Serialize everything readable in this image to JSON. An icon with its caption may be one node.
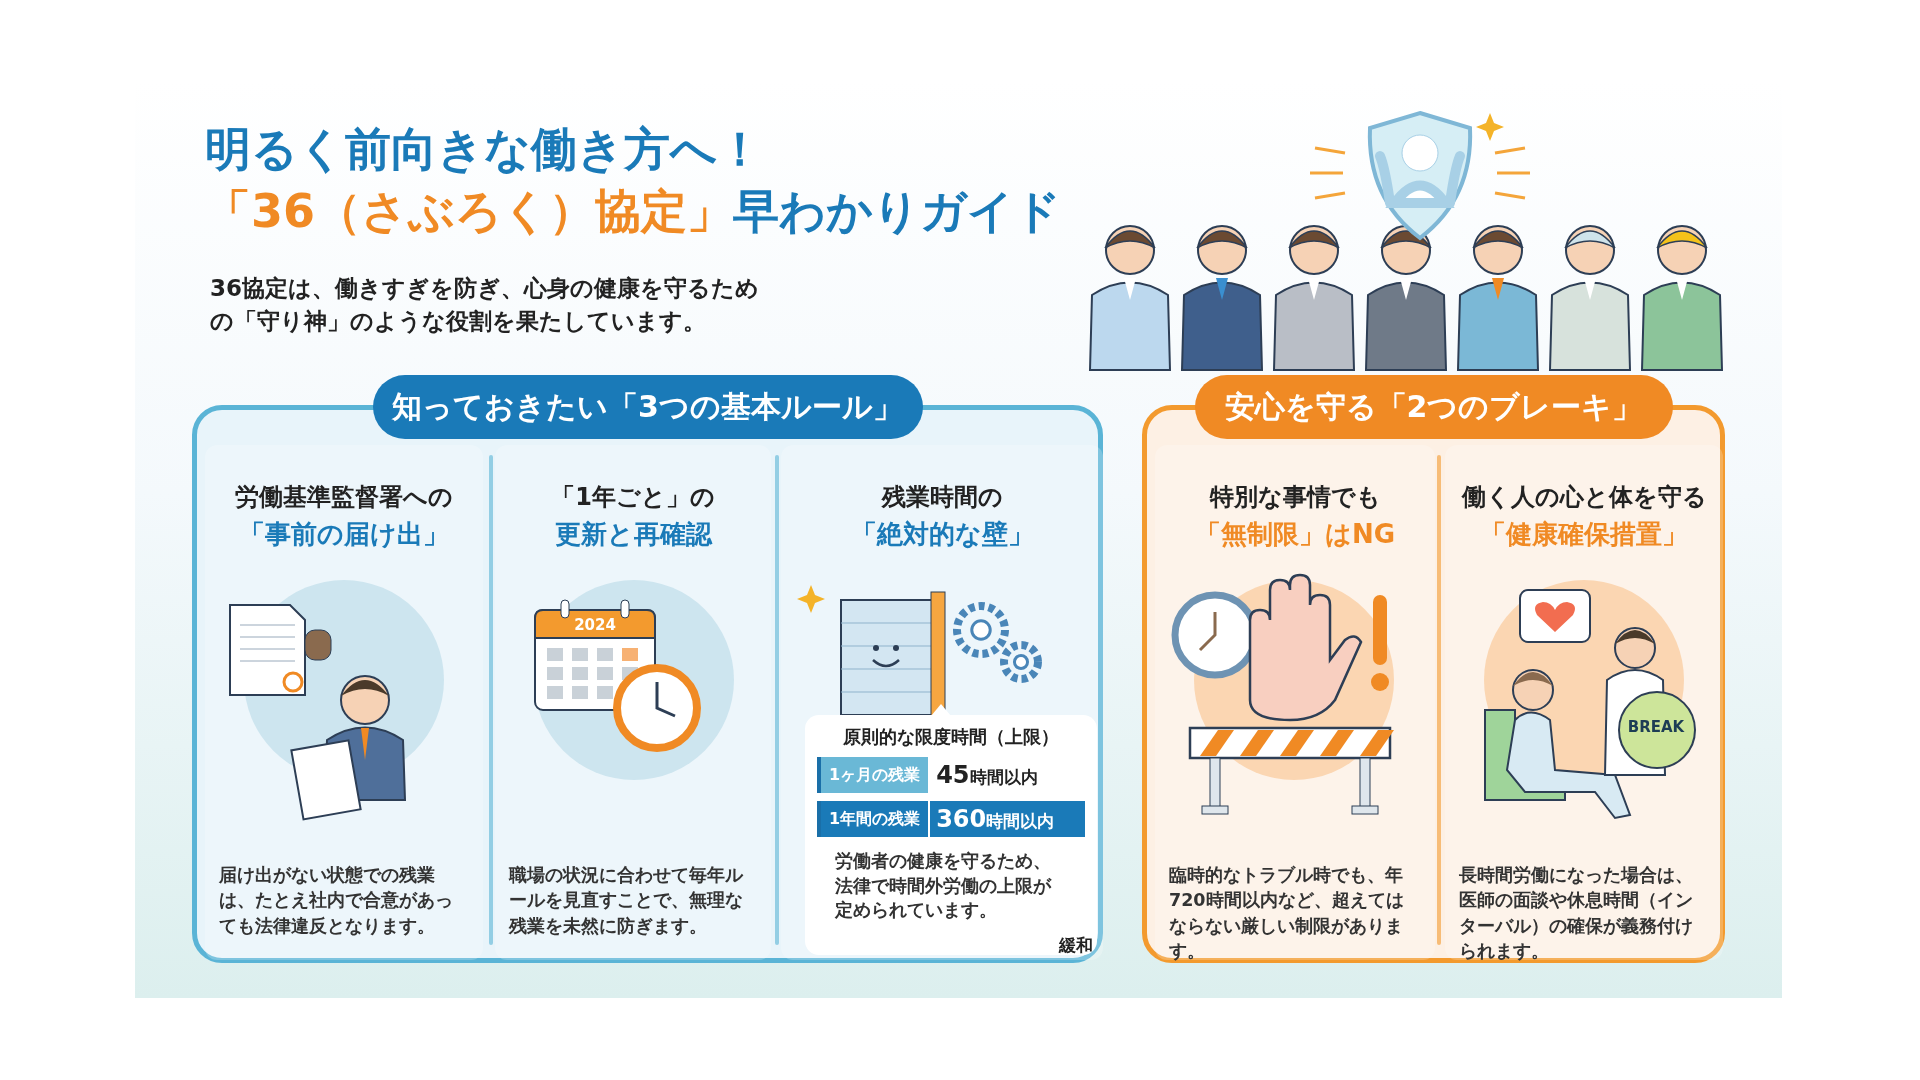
{
  "diagram": {
    "title": "明るく前向きな働き方へ！**「36（さぶろく）協定」**早わかりガイド",
    "nodes": [
      {
        "text": [
          "知っておきたい「3つの基本ルール」"
        ]
      },
      {
        "text": [
          "労働基準監督署への",
          "「事前の届け出」",
          "届け出がない状態での残業は、たとえ社内で合意があっても法律違反となります。"
        ],
        "in": 0
      },
      {
        "text": [
          "「1年ごと」の",
          "更新と再確認",
          "職場の状況に合わせて毎年ルールを見直すことで、無理な残業を未然に防ぎます。"
        ],
        "in": 0
      },
      {
        "text": [
          "残業時間の",
          "「絶対的な壁」"
        ],
        "in": 0
      },
      {
        "text": [
          "原則的な限度時間（上限）",
          "労働者の健康を守るため、法律で時間外労働の上限が定められています。",
          "緩和"
        ],
        "in": 3
      },
      {
        "text": [
          "1ヶ月の残業",
          "**45**時間以内"
        ],
        "in": 4
      },
      {
        "text": [
          "1年間の残業",
          "**360**時間以内"
        ],
        "in": 4
      },
      {
        "text": [
          "安心を守る「2つのブレーキ」"
        ]
      },
      {
        "text": [
          "特別な事情でも",
          "「無制限」はNG",
          "臨時的なトラブル時でも、年720時間以内など、超えてはならない厳しい制限があります。"
        ],
        "in": 7
      },
      {
        "text": [
          "働く人の心と体を守る",
          "「健康確保措置」",
          "長時間労働になった場合は、医師の面談や休息時間（インターバル）の確保が義務付けられます。"
        ],
        "in": 7
      }
    ],
    "labels": [
      "36協定は、働きすぎを防ぎ、心身の健康を守るための「守り神」のような役割を果たしています。",
      "2024",
      "BREAK"
    ]
  }
}
